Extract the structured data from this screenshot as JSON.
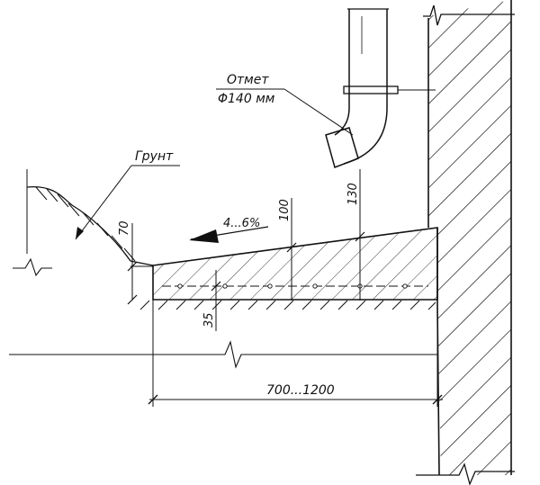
{
  "labels": {
    "downpipe_name": "Отмет",
    "downpipe_size": "Φ140 мм",
    "soil": "Грунт",
    "slope": "4...6%",
    "width_dim": "700...1200",
    "dim_70": "70",
    "dim_100": "100",
    "dim_130": "130",
    "dim_35": "35"
  }
}
